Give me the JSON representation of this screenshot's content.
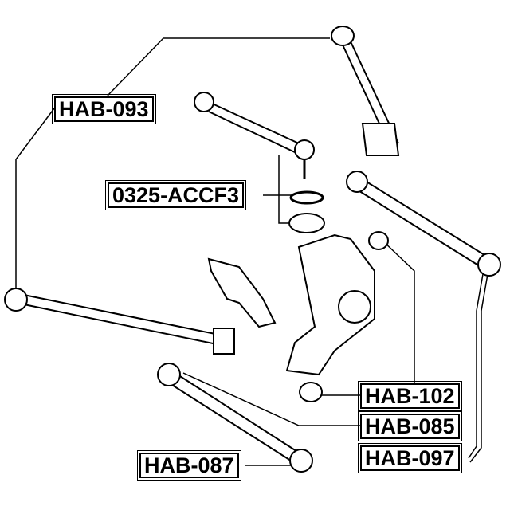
{
  "labels": {
    "hab093": "HAB-093",
    "acc": "0325-ACCF3",
    "hab102": "HAB-102",
    "hab085": "HAB-085",
    "hab097": "HAB-097",
    "hab087": "HAB-087"
  }
}
